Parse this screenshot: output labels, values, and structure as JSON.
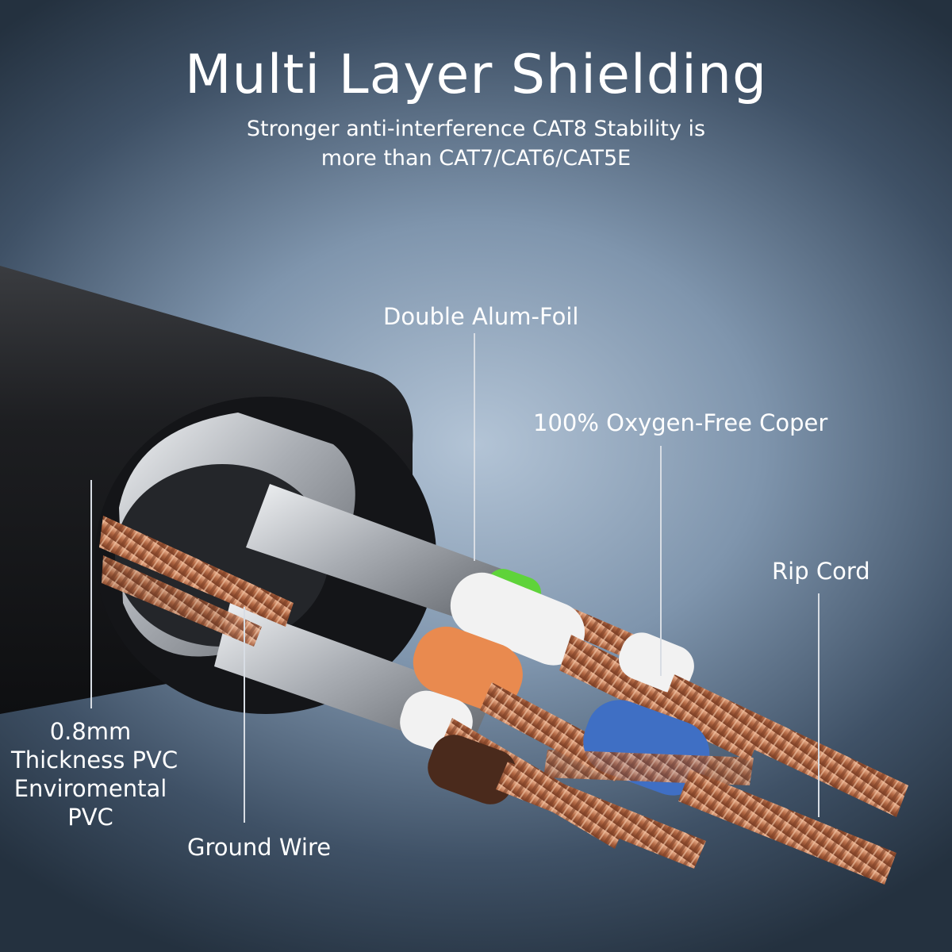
{
  "header": {
    "title": "Multi Layer Shielding",
    "subtitle_line1": "Stronger anti-interference CAT8 Stability is",
    "subtitle_line2": "more than CAT7/CAT6/CAT5E"
  },
  "labels": {
    "double_foil": "Double Alum-Foil",
    "copper": "100% Oxygen-Free Coper",
    "rip_cord": "Rip Cord",
    "pvc_line1": "0.8mm",
    "pvc_line2": "Thickness PVC",
    "pvc_line3": "Enviromental",
    "pvc_line4": "PVC",
    "ground_wire": "Ground Wire"
  },
  "colors": {
    "jacket": "#1b1c1f",
    "foil": "#c9ccd0",
    "copper": "#b8704e",
    "green": "#5fd33a",
    "white": "#f2f2f2",
    "orange": "#e98a4f",
    "blue": "#3f6fc4",
    "brown": "#4a2a1c"
  }
}
